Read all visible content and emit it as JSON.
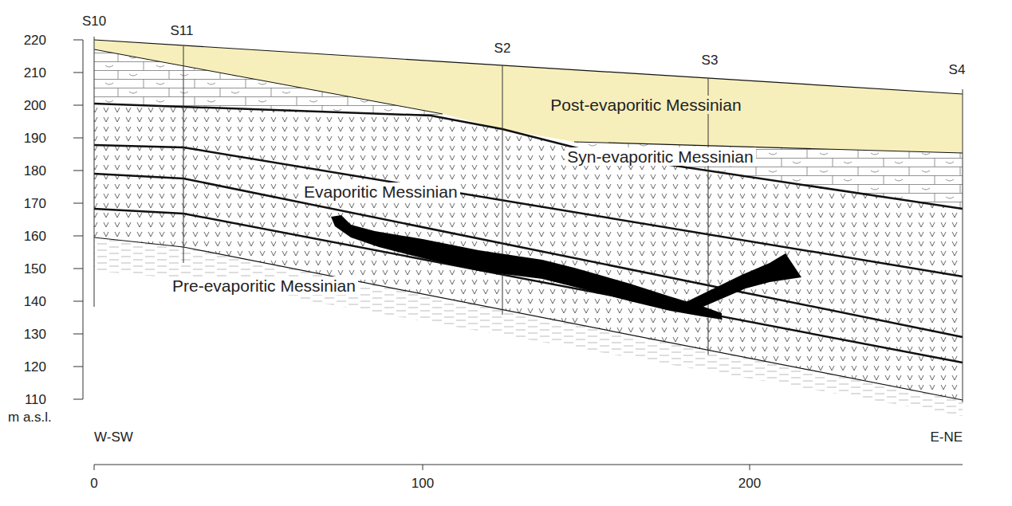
{
  "diagram": {
    "labels": [
      "S10",
      "S11",
      "S2",
      "S3",
      "S4",
      "Post-evaporitic Messinian",
      "Syn-evaporitic Messinian",
      "Evaporitic Messinian",
      "Pre-evaporitic Messinian",
      "220",
      "210",
      "200",
      "190",
      "180",
      "170",
      "160",
      "150",
      "140",
      "130",
      "120",
      "110",
      "m a.s.l.",
      "W-SW",
      "E-NE",
      "0",
      "100",
      "200"
    ]
  }
}
